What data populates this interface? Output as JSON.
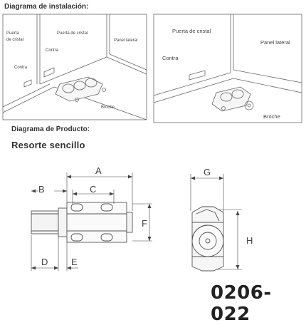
{
  "installation": {
    "title": "Diagrama de instalación:",
    "left_panel": {
      "puerta_de_cristal_1": "Puerta",
      "puerta_de_cristal_2": "de cristal",
      "puerta_de_cristal_3": "Puerta de cristal",
      "contra_1": "Contra",
      "contra_2": "Contra",
      "panel_lateral": "Panel lateral",
      "broche": "Broche"
    },
    "right_panel": {
      "puerta_de_cristal": "Puerta de cristal",
      "panel_lateral": "Panel lateral",
      "contra": "Contra",
      "broche": "Broche"
    }
  },
  "product": {
    "title": "Diagrama de Producto:",
    "subtitle": "Resorte sencillo",
    "dimensions": {
      "A": "A",
      "B": "B",
      "C": "C",
      "D": "D",
      "E": "E",
      "F": "F",
      "G": "G",
      "H": "H"
    }
  },
  "model_code": "0206-022",
  "colors": {
    "line": "#555555",
    "fill_light": "#f4f4f4",
    "text": "#333333"
  }
}
